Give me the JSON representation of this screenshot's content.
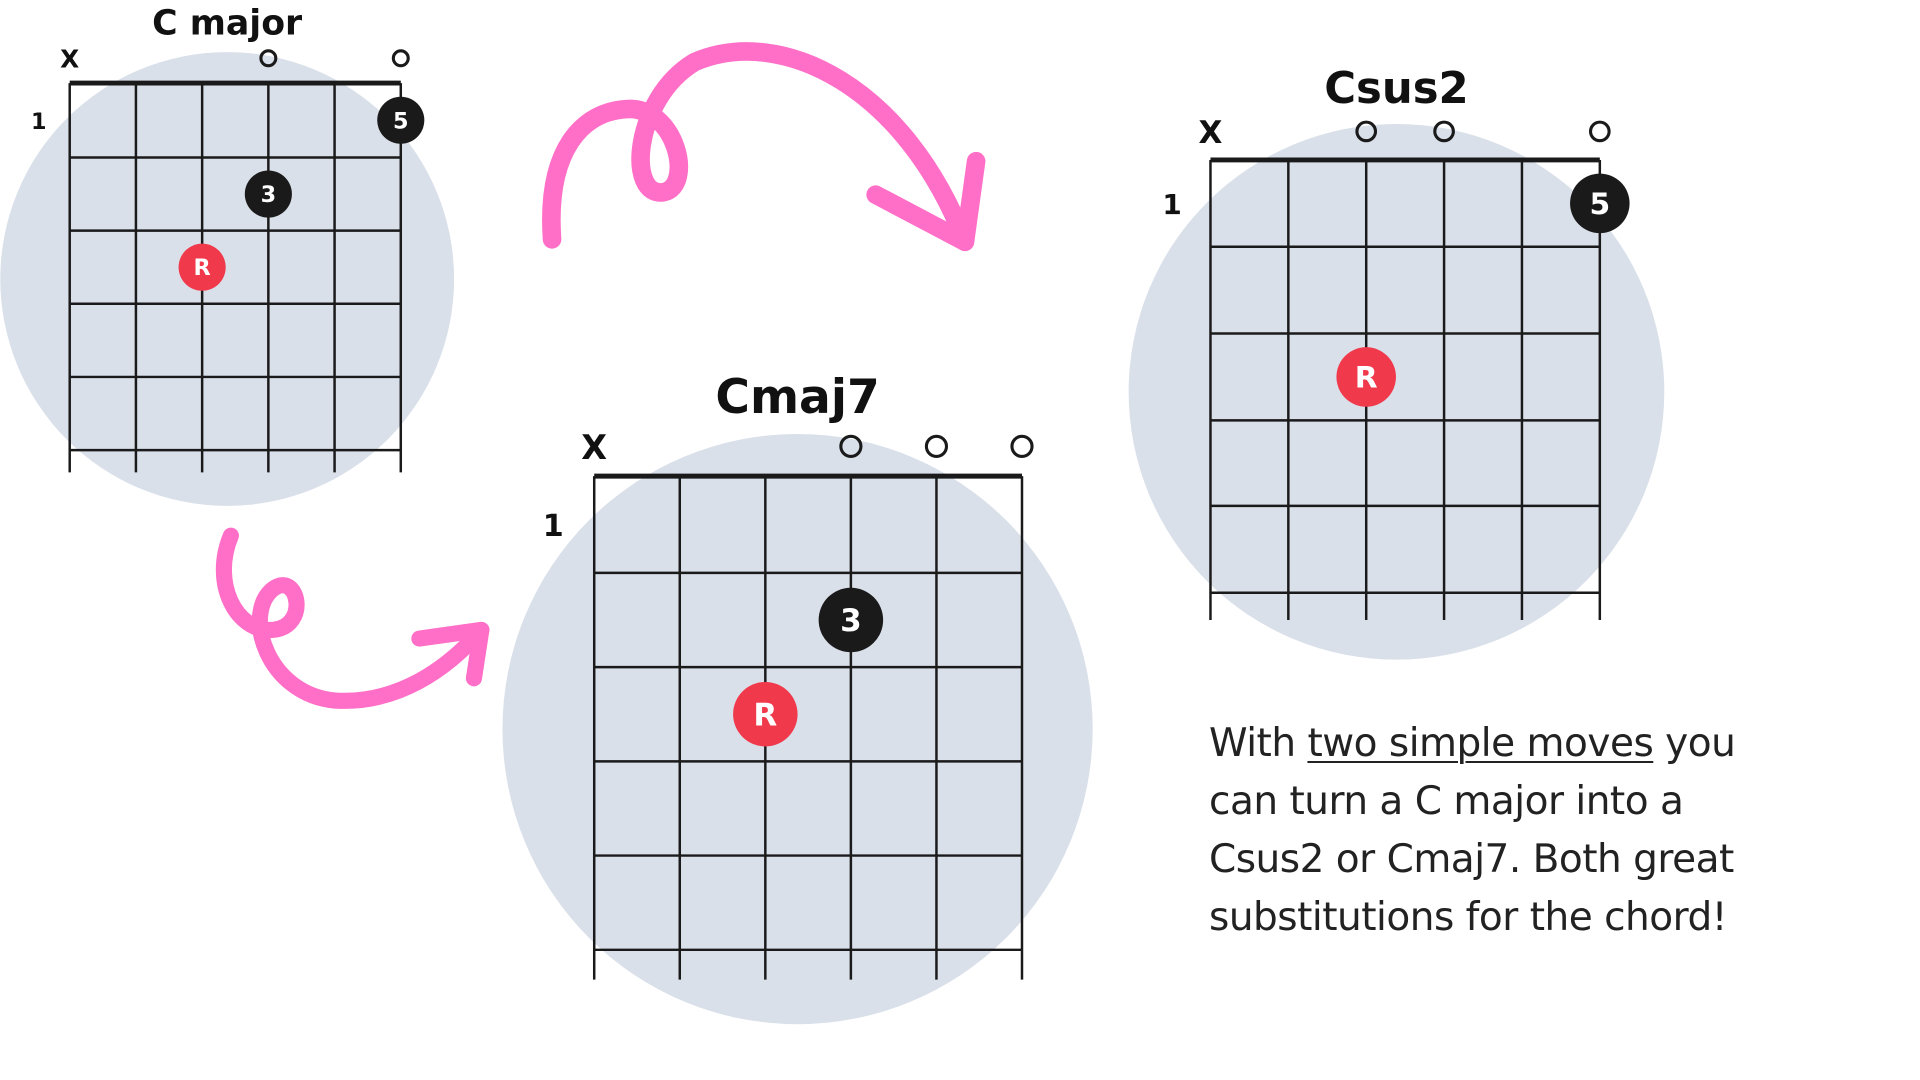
{
  "colors": {
    "circle": "#d9e0ea",
    "grid": "#1a1a1a",
    "dot": "#1a1a1a",
    "root": "#f0394b",
    "arrow": "#ff6ec7"
  },
  "chords": [
    {
      "name": "C major",
      "fret_label": "1",
      "markers": [
        "X",
        "",
        "",
        "O",
        "",
        "O"
      ],
      "dots": [
        {
          "string": 5,
          "fret": 1,
          "label": "5"
        },
        {
          "string": 3,
          "fret": 2,
          "label": "3"
        },
        {
          "string": 2,
          "fret": 3,
          "label": "R",
          "root": true
        }
      ]
    },
    {
      "name": "Cmaj7",
      "fret_label": "1",
      "markers": [
        "X",
        "",
        "",
        "O",
        "O",
        "O"
      ],
      "dots": [
        {
          "string": 3,
          "fret": 2,
          "label": "3"
        },
        {
          "string": 2,
          "fret": 3,
          "label": "R",
          "root": true
        }
      ]
    },
    {
      "name": "Csus2",
      "fret_label": "1",
      "markers": [
        "X",
        "",
        "O",
        "O",
        "",
        "O"
      ],
      "dots": [
        {
          "string": 5,
          "fret": 1,
          "label": "5"
        },
        {
          "string": 2,
          "fret": 3,
          "label": "R",
          "root": true
        }
      ]
    }
  ],
  "caption": {
    "pre": "With ",
    "underlined": "two simple moves",
    "post": " you can turn a C major into a Csus2 or Cmaj7. Both great substitutions for the chord!"
  }
}
